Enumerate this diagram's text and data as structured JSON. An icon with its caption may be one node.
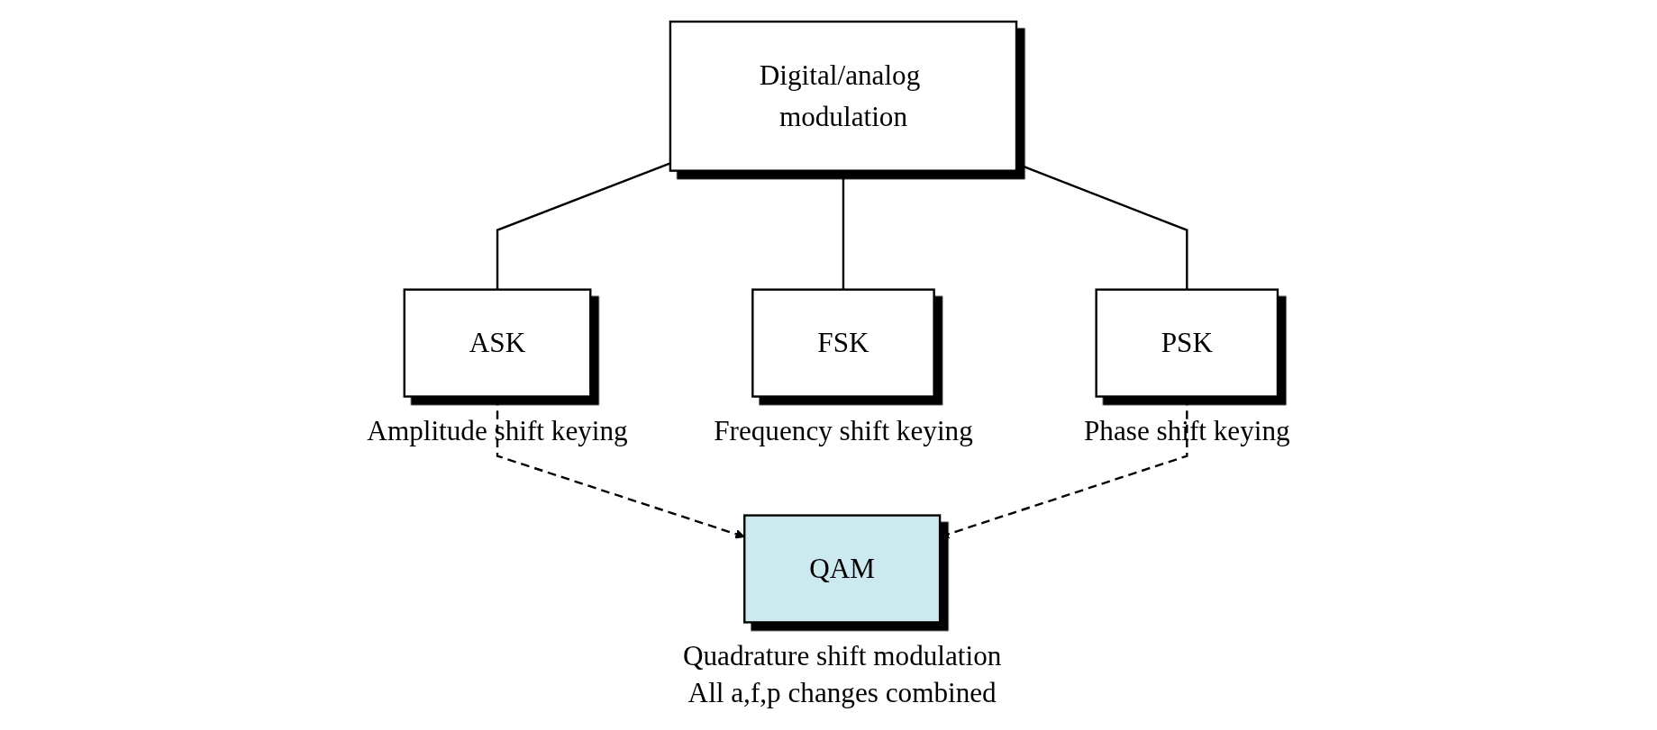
{
  "diagram": {
    "nodes": [
      {
        "text": [
          "Digital/analog modulation"
        ]
      },
      {
        "text": [
          "ASK"
        ],
        "beside": [
          "Amplitude shift keying"
        ]
      },
      {
        "text": [
          "FSK"
        ],
        "beside": [
          "Frequency shift keying"
        ]
      },
      {
        "text": [
          "PSK"
        ],
        "beside": [
          "Phase shift keying"
        ]
      },
      {
        "text": [
          "QAM"
        ],
        "beside": [
          "Quadrature shift modulation",
          "All a,f,p changes combined"
        ]
      }
    ],
    "edges": [
      {
        "from": 0,
        "to": 1,
        "arrow": "none"
      },
      {
        "from": 0,
        "to": 2,
        "arrow": "none"
      },
      {
        "from": 0,
        "to": 3,
        "arrow": "none"
      },
      {
        "from": 1,
        "to": 4,
        "arrow": "to",
        "style": "dashed"
      },
      {
        "from": 3,
        "to": 4,
        "arrow": "to",
        "style": "dashed"
      }
    ]
  }
}
